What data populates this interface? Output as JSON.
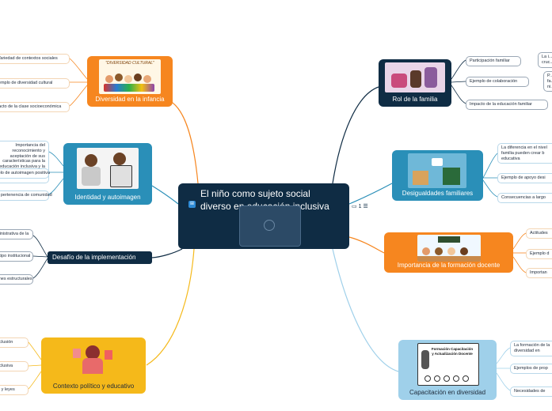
{
  "central": {
    "title": "El niño como sujeto social diverso en educación inclusiva",
    "icon": "org-chart-icon"
  },
  "indicators": {
    "comments_count": "1",
    "comment_icon": "comment-icon",
    "notes_icon": "notes-icon"
  },
  "branches": {
    "infancia": {
      "label": "Diversidad en la infancia",
      "color": "#f6861f",
      "image_text": "\"DIVERSIDAD CULTURAL\"",
      "leaves": [
        "Variedad de contextos sociales",
        "Ejemplo de diversidad cultural",
        "Impacto de la clase socioeconómica"
      ]
    },
    "identidad": {
      "label": "Identidad y autoimagen",
      "color": "#2a8fb8",
      "leaves": [
        "Importancia del reconocimiento y aceptación de sus características para la educación inclusiva y la construcción de su identidad.",
        "Ejemplo de autoimagen positiva",
        "Sentido de pertenencia de comunidad"
      ]
    },
    "desafio": {
      "label": "Desafío de la implementación",
      "color": "#0f2c44",
      "leaves": [
        "Resistencia administrativa de la",
        "Barreras de tipo institucional",
        "Limitaciones estructurales"
      ]
    },
    "contexto": {
      "label": "Contexto político y educativo",
      "color": "#f5b91a",
      "leaves": [
        "Políticas de inclusión",
        "Ejemplo de política inclusiva",
        "Normativa y leyes"
      ]
    },
    "familia": {
      "label": "Rol de la familia",
      "color": "#0f2c44",
      "leaves": [
        "Participación familiar",
        "Ejemplo de colaboración",
        "Impacto de la educación familiar"
      ],
      "subleaves": [
        "La i... cruc...",
        "P... fa... ni..."
      ]
    },
    "desigualdades": {
      "label": "Desigualdades familiares",
      "color": "#2a8fb8",
      "leaves": [
        "La diferencia en el nivel familia pueden crear b educativa",
        "Ejemplo de apoyo desi",
        "Consecuencias a largo"
      ]
    },
    "formacion": {
      "label": "Importancia de la formación docente",
      "color": "#f6861f",
      "leaves": [
        "Actitudes",
        "Ejemplo d",
        "Importan"
      ]
    },
    "capacitacion": {
      "label": "Capacitación en diversidad",
      "color": "#9fd0ea",
      "image_text": "Formación Capacitación y Actualización Docente",
      "leaves": [
        "La formación de la diversidad en",
        "Ejemplos de prop",
        "Necesidades de"
      ]
    }
  }
}
